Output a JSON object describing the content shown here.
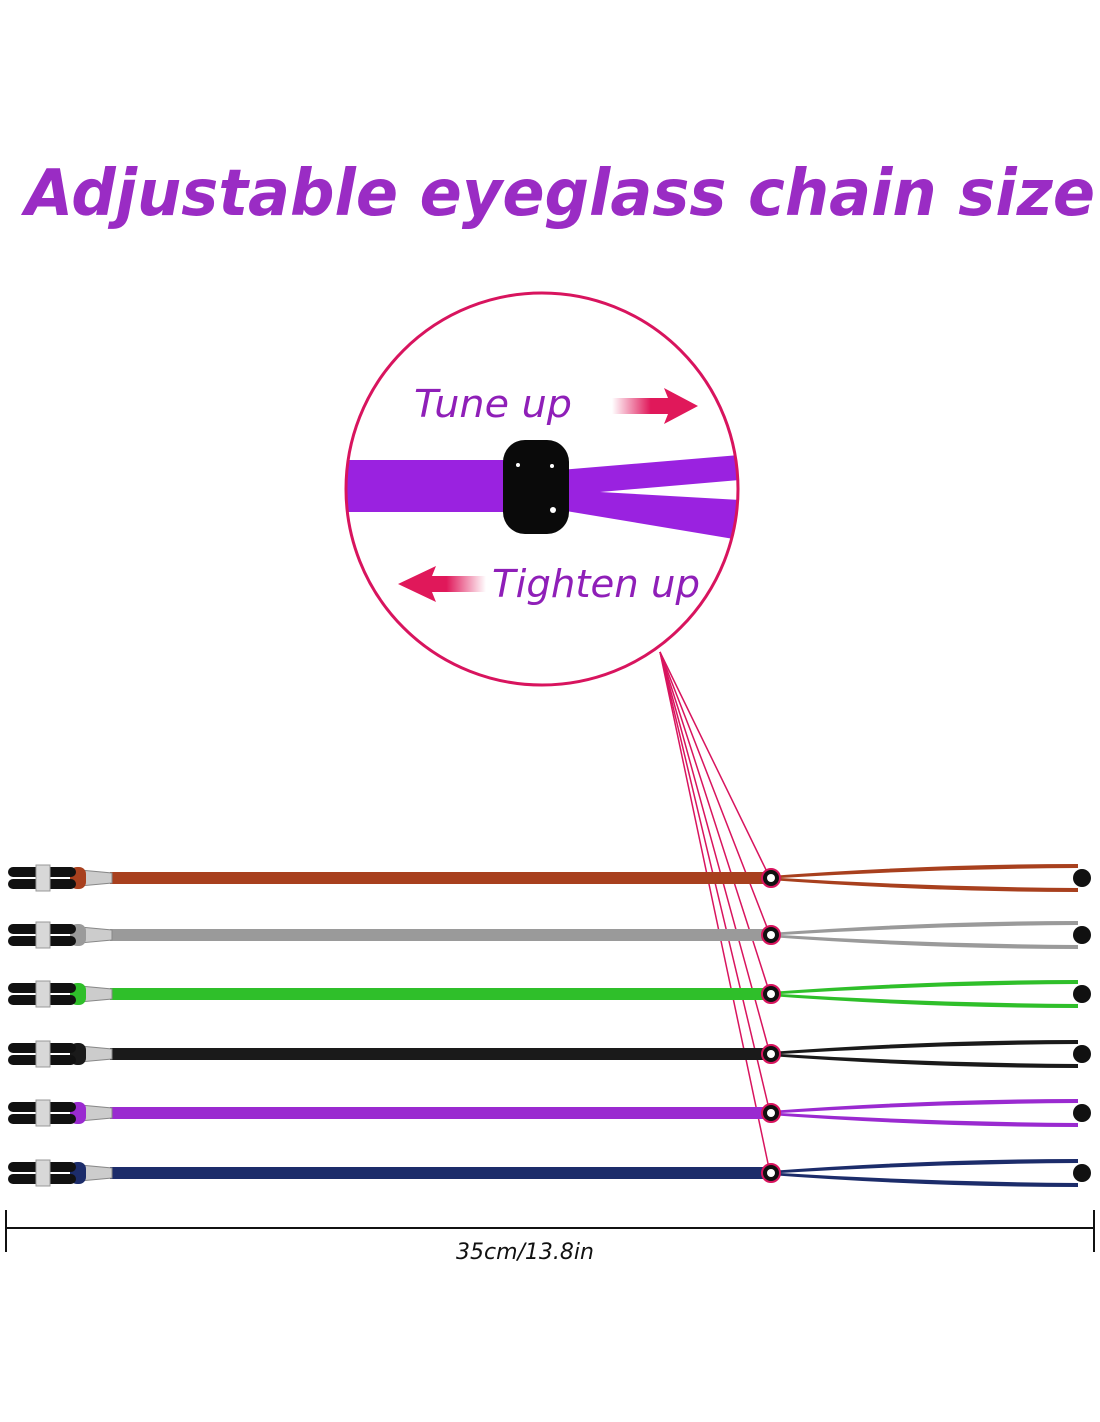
{
  "title": "Adjustable eyeglass chain size",
  "inset": {
    "tune_up_label": "Tune up",
    "tighten_up_label": "Tighten up",
    "cord_color": "#9a22e0",
    "ring_color": "#d8145e",
    "arrow_color": "#e0185a"
  },
  "cords": [
    {
      "color": "brown",
      "hex": "#a8401e"
    },
    {
      "color": "gray",
      "hex": "#9a9a9a"
    },
    {
      "color": "green",
      "hex": "#2fbf2a"
    },
    {
      "color": "black",
      "hex": "#1a1a1a"
    },
    {
      "color": "purple",
      "hex": "#9a2ad0"
    },
    {
      "color": "navy",
      "hex": "#1c2c6a"
    }
  ],
  "measurement": {
    "label": "35cm/13.8in"
  }
}
